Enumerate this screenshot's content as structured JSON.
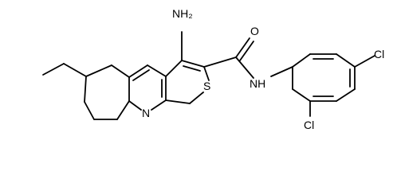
{
  "molecule": {
    "labels": {
      "amino": "NH₂",
      "carbonyl_oxygen": "O",
      "sulfur": "S",
      "pyridine_nitrogen": "N",
      "amide": "NH",
      "chloro_para": "Cl",
      "chloro_ortho": "Cl"
    },
    "colors": {
      "bond": "#000000",
      "text": "#000000",
      "background": "#ffffff"
    }
  }
}
